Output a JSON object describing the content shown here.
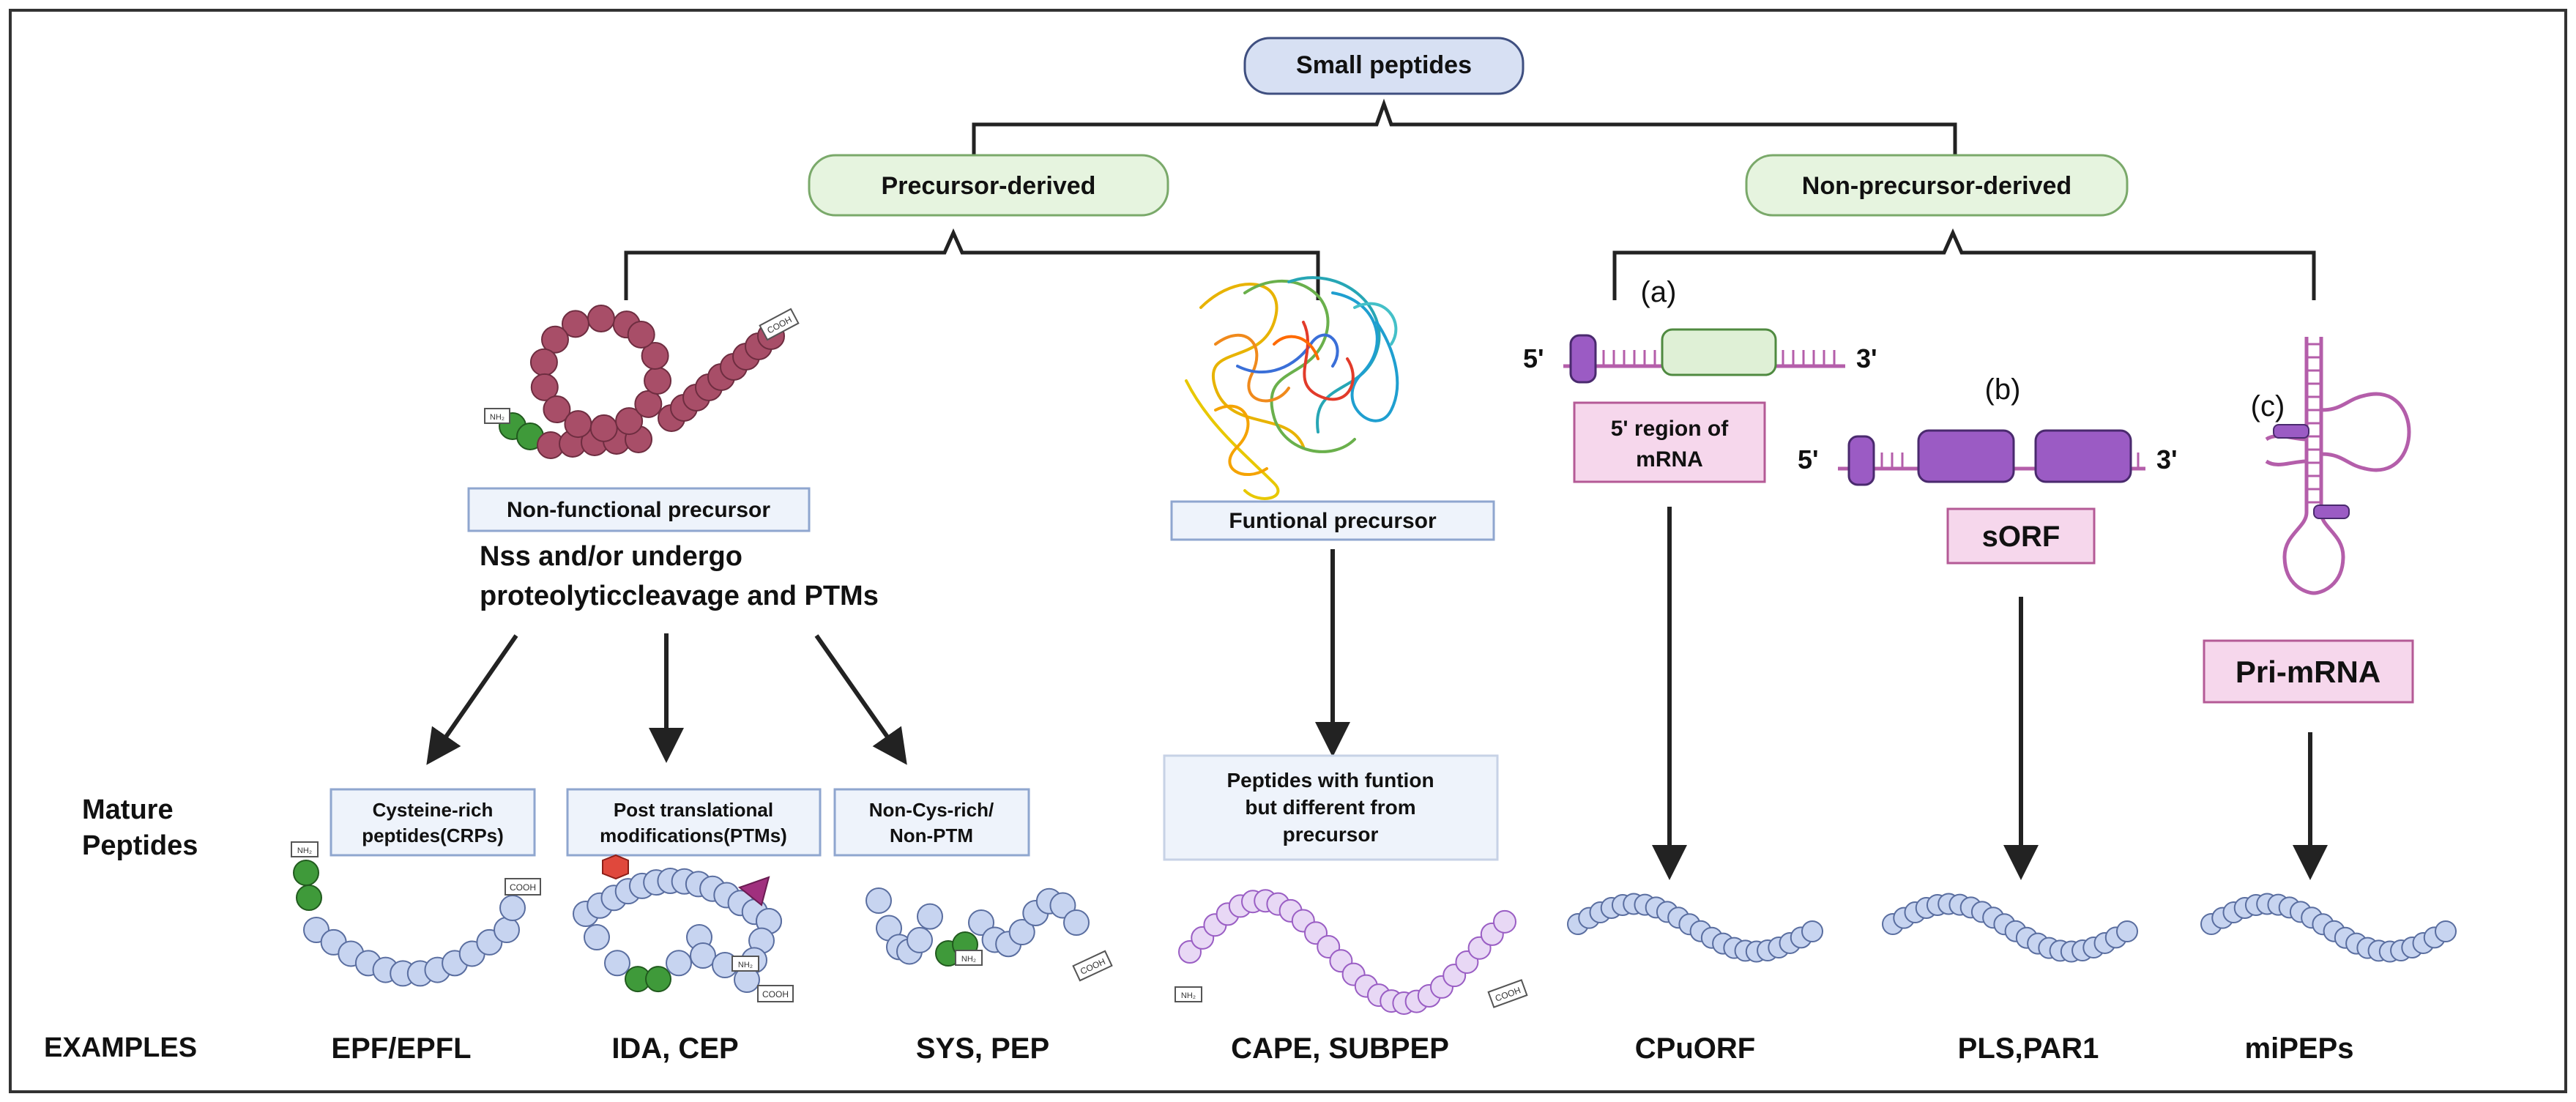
{
  "root": {
    "label": "Small peptides"
  },
  "branches": {
    "precursor": {
      "label": "Precursor-derived"
    },
    "non_precursor": {
      "label": "Non-precursor-derived"
    }
  },
  "precursor_types": {
    "non_functional": {
      "label": "Non-functional precursor",
      "description_line1": "Nss and/or undergo",
      "description_line2": "proteolyticcleavage and PTMs",
      "tag_n": "NH₂",
      "tag_c": "COOH"
    },
    "functional": {
      "label": "Funtional precursor"
    }
  },
  "mrna_panels": {
    "a": {
      "marker": "(a)",
      "five_prime": "5'",
      "three_prime": "3'",
      "label_line1": "5' region of",
      "label_line2": "mRNA"
    },
    "b": {
      "marker": "(b)",
      "five_prime": "5'",
      "three_prime": "3'",
      "label": "sORF"
    },
    "c": {
      "marker": "(c)",
      "label": "Pri-mRNA"
    }
  },
  "mature": {
    "row_label_line1": "Mature",
    "row_label_line2": "Peptides",
    "crp": {
      "label_line1": "Cysteine-rich",
      "label_line2": "peptides(CRPs)",
      "tag_n": "NH₂",
      "tag_c": "COOH"
    },
    "ptm": {
      "label_line1": "Post translational",
      "label_line2": "modifications(PTMs)",
      "tag_n": "NH₂",
      "tag_c": "COOH"
    },
    "noncys": {
      "label_line1": "Non-Cys-rich/",
      "label_line2": "Non-PTM",
      "tag_n": "NH₂",
      "tag_c": "COOH"
    },
    "functional_diff": {
      "label_line1": "Peptides with funtion",
      "label_line2": "but different from",
      "label_line3": "precursor",
      "tag_n": "NH₂",
      "tag_c": "COOH"
    }
  },
  "examples": {
    "row_label": "EXAMPLES",
    "items": [
      "EPF/EPFL",
      "IDA, CEP",
      "SYS, PEP",
      "CAPE, SUBPEP",
      "CPuORF",
      "PLS,PAR1",
      "miPEPs"
    ]
  },
  "colors": {
    "root_fill": "#d7e0f3",
    "root_stroke": "#3f4f80",
    "branch_fill": "#e6f4df",
    "branch_stroke": "#7aa96a",
    "label_box_fill": "#eef3fb",
    "label_box_stroke": "#8fa6cf",
    "pink_box_fill": "#f6d7ec",
    "pink_box_stroke": "#b45a96",
    "precursor_beads": "#a84e68",
    "bead_green": "#3f9a3a",
    "bead_blue": "#c7d4f0",
    "bead_blue_stroke": "#5a6ea0",
    "bead_violet": "#e8d8f5",
    "bead_violet_stroke": "#9a5ec4",
    "mrna_line": "#b45eaa",
    "orf_purple": "#9b5bc4",
    "orf_green": "#dff0d6",
    "arrow": "#222222"
  }
}
